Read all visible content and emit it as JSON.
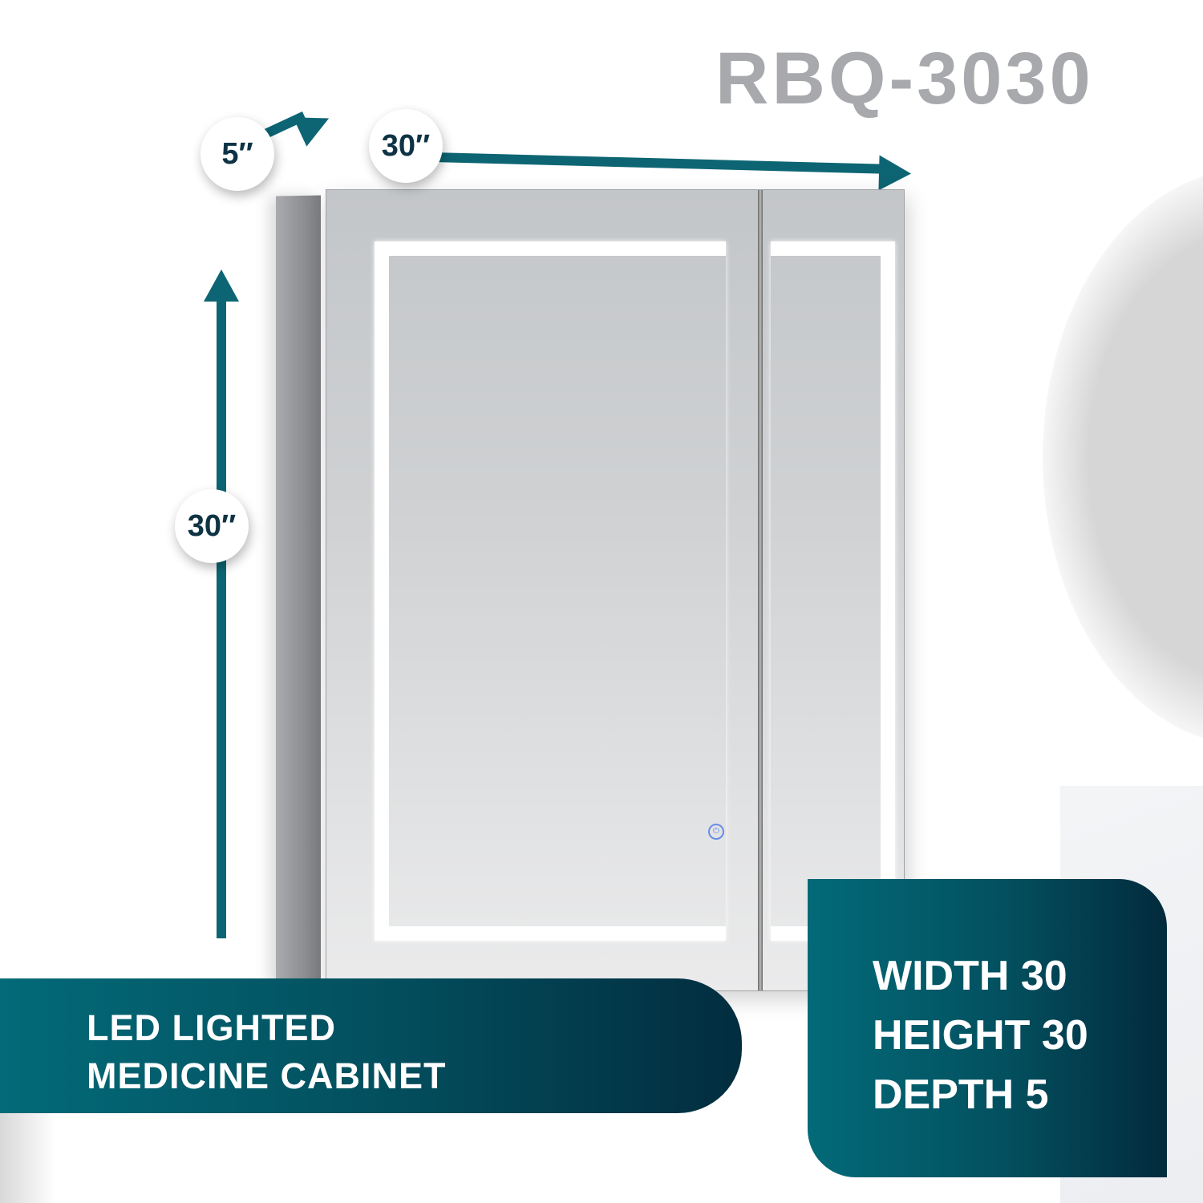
{
  "model": {
    "title": "RBQ-3030"
  },
  "dimensions": {
    "depth_badge": "5″",
    "width_badge": "30″",
    "height_badge": "30″"
  },
  "product_banner": {
    "lines": [
      "LED LIGHTED",
      "MEDICINE CABINET"
    ]
  },
  "spec_banner": {
    "lines": [
      "WIDTH 30",
      "HEIGHT 30",
      "DEPTH 5"
    ]
  },
  "cabinet": {
    "power_icon": "power-touch-icon"
  },
  "colors": {
    "accent_teal": "#0d6573",
    "banner_gradient_start": "#036a78",
    "banner_gradient_end": "#022d3f",
    "badge_text": "#0e3345",
    "title_gray": "#a7a9ac"
  }
}
